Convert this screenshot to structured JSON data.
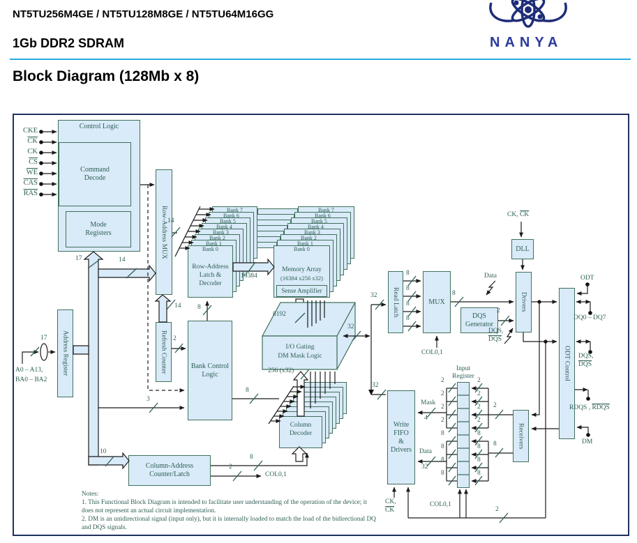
{
  "header": {
    "part_numbers": "NT5TU256M4GE / NT5TU128M8GE / NT5TU64M16GG",
    "product": "1Gb DDR2 SDRAM",
    "section_title": "Block Diagram (128Mb x 8)",
    "brand": "NANYA"
  },
  "blocks": {
    "control_logic": "Control Logic",
    "command_decode_1": "Command",
    "command_decode_2": "Decode",
    "mode_registers_1": "Mode",
    "mode_registers_2": "Registers",
    "row_address_mux": "Row-Address MUX",
    "refresh_counter": "Refresh Counter",
    "address_register": "Address Register",
    "bank_control_1": "Bank Control",
    "bank_control_2": "Logic",
    "row_latch_1": "Row-Address",
    "row_latch_2": "Latch &",
    "row_latch_3": "Decoder",
    "memory_array_1": "Memory Array",
    "memory_array_2": "(16384  x256  x32)",
    "sense_amplifier": "Sense Amplifier",
    "io_gating_1": "I/O Gating",
    "io_gating_2": "DM Mask Logic",
    "column_decoder_1": "Column",
    "column_decoder_2": "Decoder",
    "column_address_counter_1": "Column-Address",
    "column_address_counter_2": "Counter/Latch",
    "read_latch": "Read Latch",
    "mux": "MUX",
    "dqs_generator_1": "DQS",
    "dqs_generator_2": "Generator",
    "dll": "DLL",
    "drivers": "Drivers",
    "odt_control": "ODT Control",
    "write_fifo_1": "Write",
    "write_fifo_2": "FIFO",
    "write_fifo_3": "&",
    "write_fifo_4": "Drivers",
    "input_register_1": "Input",
    "input_register_2": "Register",
    "receivers": "Receivers"
  },
  "banks": [
    "Bank 7",
    "Bank 6",
    "Bank 5",
    "Bank 4",
    "Bank 3",
    "Bank 2",
    "Bank 1",
    "Bank 0"
  ],
  "pins": {
    "cke": "CKE",
    "ck_b": "CK",
    "ck": "CK",
    "cs_b": "CS",
    "we_b": "WE",
    "cas_b": "CAS",
    "ras_b": "RAS",
    "addr_1": "A0  –  A13,",
    "addr_2": "BA0  –  BA2",
    "ck_ckb_top": "CK, ",
    "ck_ckb_top_b": "CK",
    "odt": "ODT",
    "dq": "DQ0  –  DQ7",
    "dqs_1": "DQS,",
    "dqs_b": "DQS",
    "rdqs_1": "RDQS , ",
    "rdqs_b": "RDQS",
    "dm": "DM",
    "ck_1": "CK,",
    "ck_2": "CK"
  },
  "bus": {
    "n2": "2",
    "n3": "3",
    "n4": "4",
    "n8": "8",
    "n10": "10",
    "n14": "14",
    "n17": "17",
    "n32": "32",
    "n8192": "8192",
    "n16384": "16384",
    "n256": "256 (x32)"
  },
  "labels": {
    "data": "Data",
    "mask": "Mask",
    "col01": "COL0,1"
  },
  "notes": {
    "title": "Notes:",
    "note1": "1. This Functional Block Diagram is intended to facilitate user understanding of the operation of the device; it does not represent an actual circuit implementation.",
    "note2": "2. DM is an unidirectional signal (input only), but it is internally loaded to match the load of the bidirectional DQ and DQS signals."
  }
}
